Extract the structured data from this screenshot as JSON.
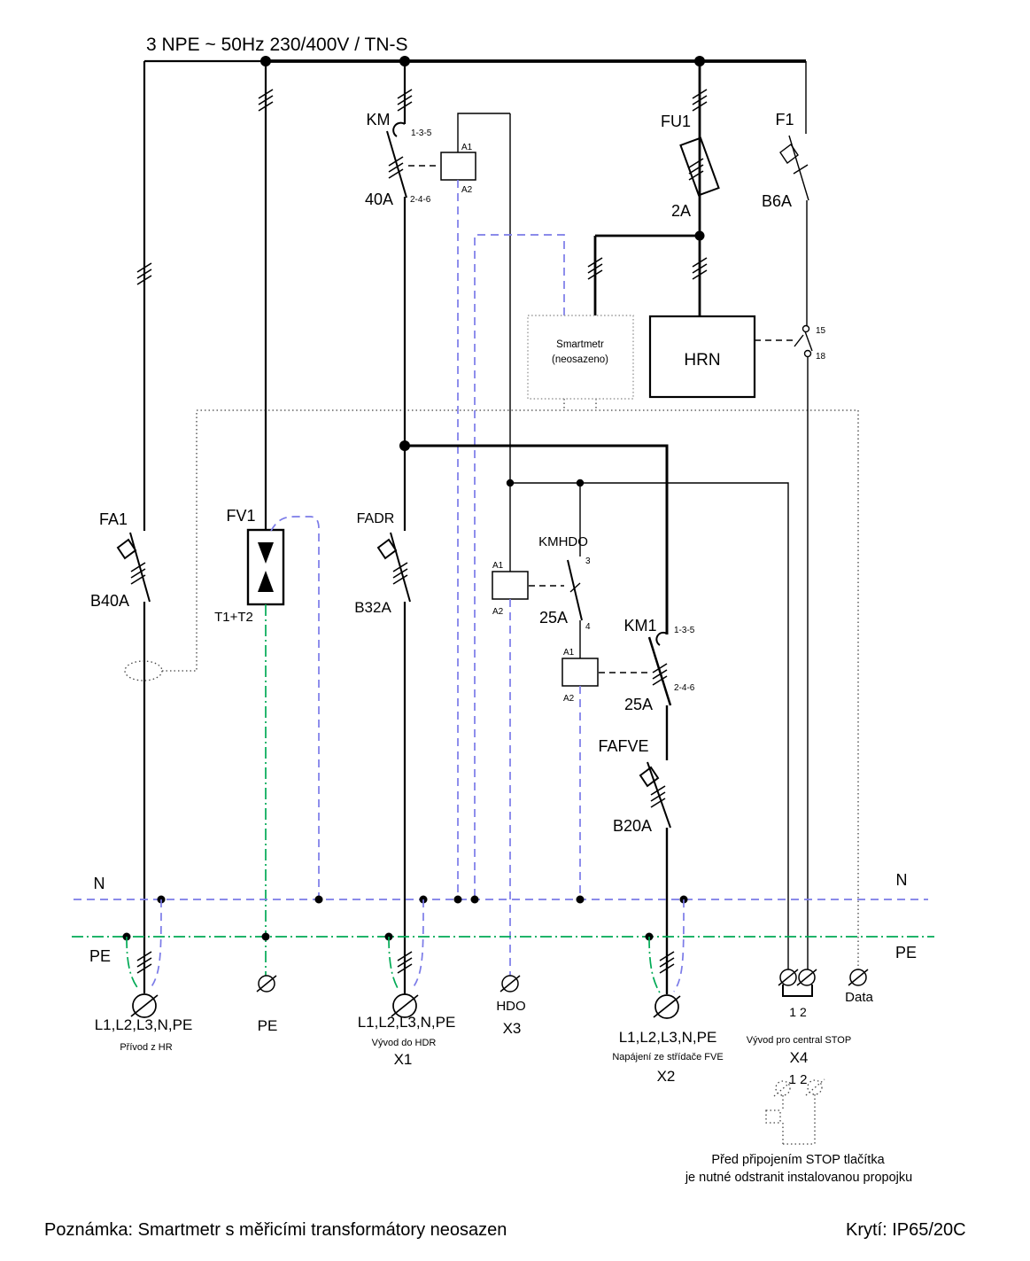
{
  "title": "3 NPE ~ 50Hz  230/400V / TN-S",
  "km": {
    "label": "KM",
    "rating": "40A",
    "c_top": "1-3-5",
    "c_bot": "2-4-6",
    "a1": "A1",
    "a2": "A2"
  },
  "fu1": {
    "label": "FU1",
    "rating": "2A"
  },
  "f1": {
    "label": "F1",
    "rating": "B6A"
  },
  "smartmetr": {
    "line1": "Smartmetr",
    "line2": "(neosazeno)"
  },
  "hrn": {
    "label": "HRN",
    "c15": "15",
    "c18": "18"
  },
  "fa1": {
    "label": "FA1",
    "rating": "B40A"
  },
  "fv1": {
    "label": "FV1",
    "type": "T1+T2"
  },
  "fadr": {
    "label": "FADR",
    "rating": "B32A"
  },
  "kmhdo": {
    "label": "KMHDO",
    "rating": "25A",
    "c3": "3",
    "c4": "4",
    "a1": "A1",
    "a2": "A2"
  },
  "km1": {
    "label": "KM1",
    "rating": "25A",
    "c_top": "1-3-5",
    "c_bot": "2-4-6",
    "a1": "A1",
    "a2": "A2"
  },
  "fafve": {
    "label": "FAFVE",
    "rating": "B20A"
  },
  "bus": {
    "n": "N",
    "pe": "PE"
  },
  "t_hr": {
    "label": "L1,L2,L3,N,PE",
    "sub": "Přívod z HR"
  },
  "t_pe": {
    "label": "PE"
  },
  "x1": {
    "label": "L1,L2,L3,N,PE",
    "sub": "Vývod do HDR",
    "id": "X1"
  },
  "x3": {
    "label": "HDO",
    "id": "X3"
  },
  "x2": {
    "label": "L1,L2,L3,N,PE",
    "sub": "Napájení ze střídače FVE",
    "id": "X2"
  },
  "x4": {
    "pins": "1 2",
    "sub": "Vývod pro central STOP",
    "id": "X4",
    "pins2": "1 2"
  },
  "data_t": {
    "label": "Data"
  },
  "notes": {
    "stop1": "Před připojením STOP tlačítka",
    "stop2": "je nutné odstranit instalovanou propojku",
    "left": "Poznámka: Smartmetr s měřicími transformátory neosazen",
    "right": "Krytí: IP65/20C"
  },
  "colors": {
    "line": "#000000",
    "neutral": "#7b7be8",
    "pe": "#00aa55",
    "dotted": "#555555"
  }
}
